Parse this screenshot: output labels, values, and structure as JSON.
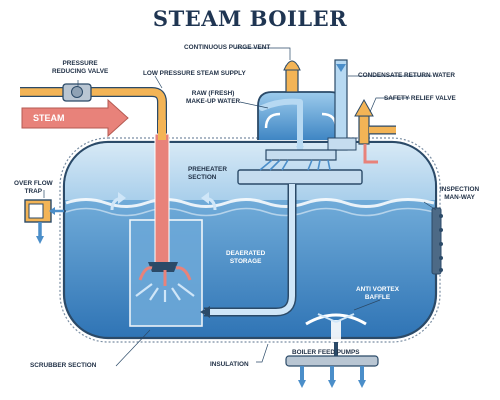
{
  "title": "STEAM BOILER",
  "labels": {
    "pressure_reducing_valve": [
      "PRESSURE",
      "REDUCING VALVE"
    ],
    "low_pressure_steam_supply": "LOW PRESSURE STEAM SUPPLY",
    "continuous_purge_vent": "CONTINUOUS PURGE VENT",
    "raw_make_up_water": [
      "RAW (FRESH)",
      "MAKE-UP WATER"
    ],
    "condensate_return_water": "CONDENSATE RETURN WATER",
    "safety_relief_valve": "SAFETY RELIEF VALVE",
    "steam": "STEAM",
    "over_flow_trap": [
      "OVER FLOW",
      "TRAP"
    ],
    "preheater_section": [
      "PREHEATER",
      "SECTION"
    ],
    "inspection_man_way": [
      "INSPECTION",
      "MAN-WAY"
    ],
    "deaerated_storage": [
      "DEAERATED",
      "STORAGE"
    ],
    "anti_vortex_baffle": [
      "ANTI VORTEX",
      "BAFFLE"
    ],
    "scrubber_section": "SCRUBBER SECTION",
    "insulation": "INSULATION",
    "boiler_feed_pumps": "BOILER FEED PUMPS"
  },
  "colors": {
    "title": "#1f3552",
    "tank_outline": "#2b4a68",
    "water_light": "#a9d2ee",
    "water_deep": "#3f86c4",
    "steam_arrow": "#e8827a",
    "pipe_orange": "#f3b456",
    "pipe_blue": "#b7d9f2"
  }
}
